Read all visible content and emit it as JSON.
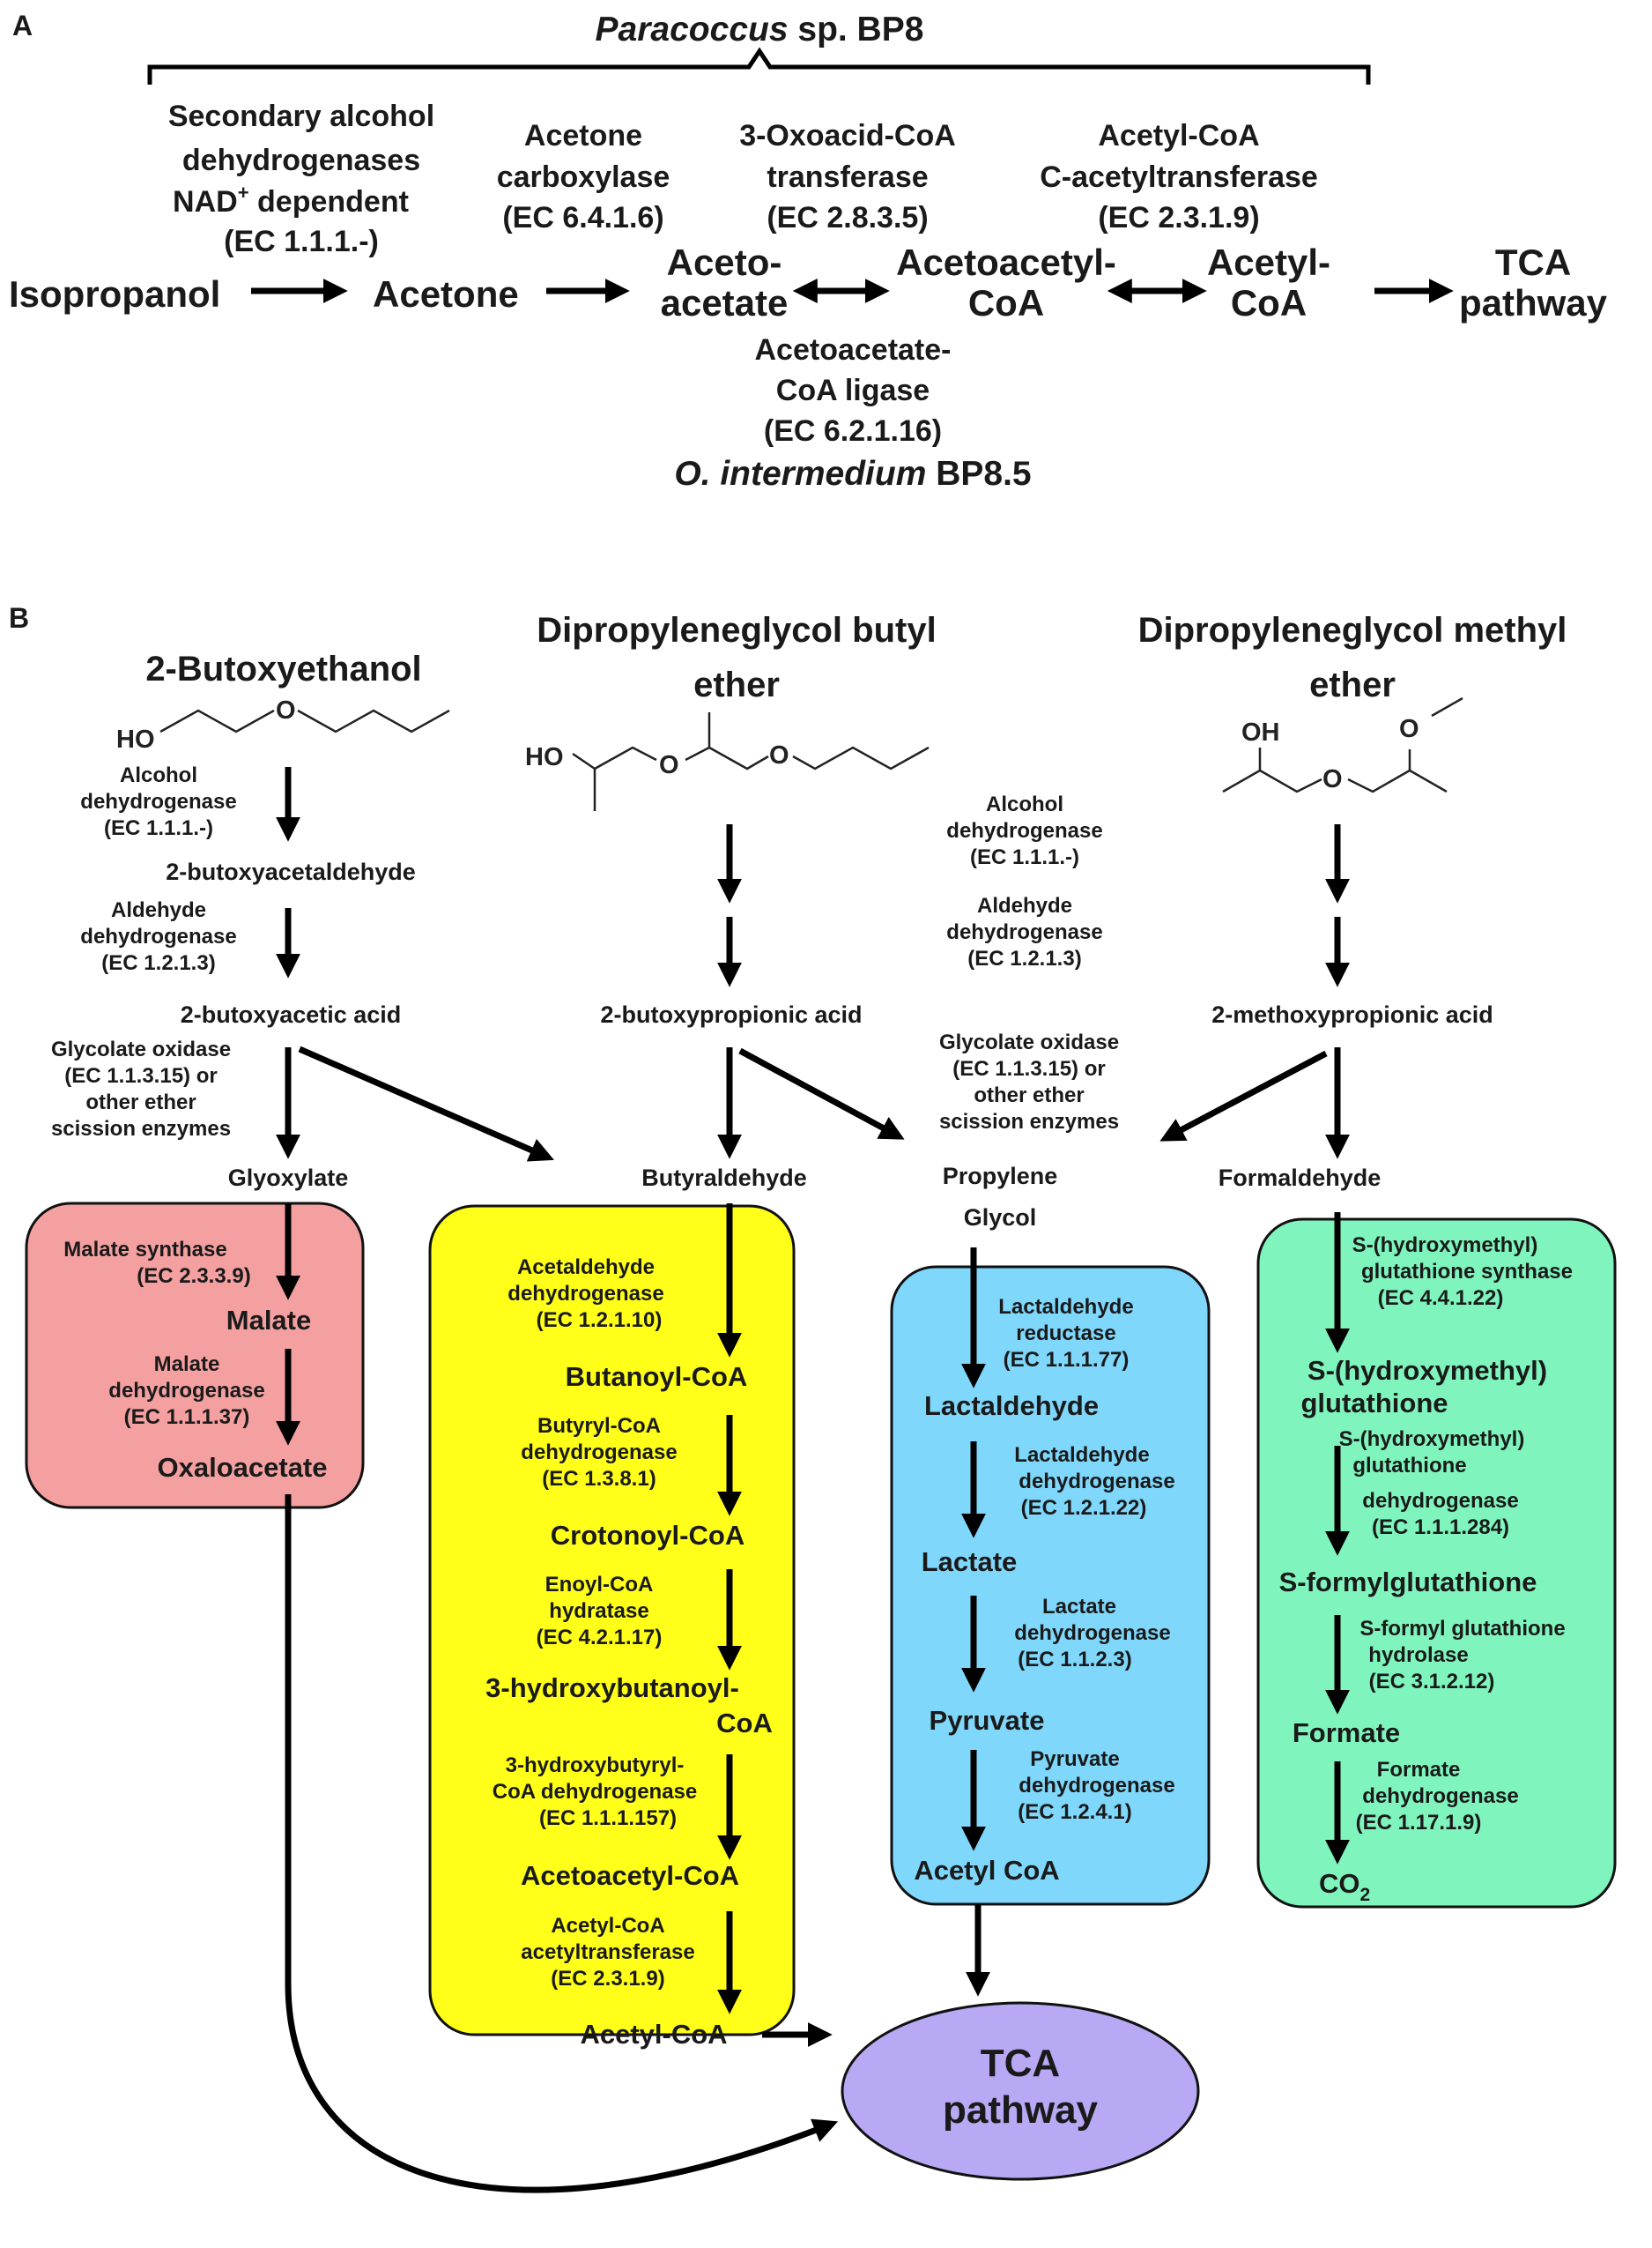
{
  "panel_a": {
    "label": "A",
    "organism_top": "Paracoccus",
    "organism_top_suffix": "sp. BP8",
    "organism_bottom": "O. intermedium",
    "organism_bottom_suffix": "BP8.5",
    "enzyme1": [
      "Secondary alcohol",
      "dehydrogenases",
      "NAD",
      "+",
      "dependent",
      "(EC 1.1.1.-)"
    ],
    "enzyme2": [
      "Acetone",
      "carboxylase",
      "(EC 6.4.1.6)"
    ],
    "enzyme3": [
      "3-Oxoacid-CoA",
      "transferase",
      "(EC 2.8.3.5)"
    ],
    "enzyme4": [
      "Acetyl-CoA",
      "C-acetyltransferase",
      "(EC 2.3.1.9)"
    ],
    "enzyme5": [
      "Acetoacetate-",
      "CoA ligase",
      "(EC 6.2.1.16)"
    ],
    "compounds": {
      "isopropanol": "Isopropanol",
      "acetone": "Acetone",
      "acetoacetate": [
        "Aceto-",
        "acetate"
      ],
      "acetoacetyl_coa": [
        "Acetoacetyl-",
        "CoA"
      ],
      "acetyl_coa": [
        "Acetyl-",
        "CoA"
      ],
      "tca": [
        "TCA",
        "pathway"
      ]
    }
  },
  "panel_b": {
    "label": "B",
    "col1": {
      "title": "2-Butoxyethanol",
      "mol_ho": "HO",
      "mol_o": "O",
      "enz1": [
        "Alcohol",
        "dehydrogenase",
        "(EC 1.1.1.-)"
      ],
      "cmp1": "2-butoxyacetaldehyde",
      "enz2": [
        "Aldehyde",
        "dehydrogenase",
        "(EC 1.2.1.3)"
      ],
      "cmp2": "2-butoxyacetic acid",
      "enz3": [
        "Glycolate oxidase",
        "(EC 1.1.3.15) or",
        "other ether",
        "scission enzymes"
      ],
      "cmp3": "Glyoxylate"
    },
    "col2": {
      "title": [
        "Dipropyleneglycol butyl",
        "ether"
      ],
      "mol_ho": "HO",
      "mol_o1": "O",
      "mol_o2": "O",
      "cmp1": "2-butoxypropionic acid",
      "cmp2": "Butyraldehyde"
    },
    "col3": {
      "enz1": [
        "Alcohol",
        "dehydrogenase",
        "(EC 1.1.1.-)"
      ],
      "enz2": [
        "Aldehyde",
        "dehydrogenase",
        "(EC 1.2.1.3)"
      ],
      "enz3": [
        "Glycolate oxidase",
        "(EC 1.1.3.15) or",
        "other ether",
        "scission enzymes"
      ],
      "cmp": [
        "Propylene",
        "Glycol"
      ]
    },
    "col4": {
      "title": [
        "Dipropyleneglycol methyl",
        "ether"
      ],
      "mol_oh": "OH",
      "mol_o1": "O",
      "mol_o2": "O",
      "cmp1": "2-methoxypropionic acid",
      "cmp2": "Formaldehyde"
    },
    "red_box": {
      "color": "#f4a0a0",
      "enz1": [
        "Malate synthase",
        "(EC 2.3.3.9)"
      ],
      "cmp1": "Malate",
      "enz2": [
        "Malate",
        "dehydrogenase",
        "(EC 1.1.1.37)"
      ],
      "cmp2": "Oxaloacetate"
    },
    "yellow_box": {
      "color": "#ffff1a",
      "enz1": [
        "Acetaldehyde",
        "dehydrogenase",
        "(EC 1.2.1.10)"
      ],
      "cmp1": "Butanoyl-CoA",
      "enz2": [
        "Butyryl-CoA",
        "dehydrogenase",
        "(EC 1.3.8.1)"
      ],
      "cmp2": "Crotonoyl-CoA",
      "enz3": [
        "Enoyl-CoA",
        "hydratase",
        "(EC 4.2.1.17)"
      ],
      "cmp3": [
        "3-hydroxybutanoyl-",
        "CoA"
      ],
      "enz4": [
        "3-hydroxybutyryl-",
        "CoA dehydrogenase",
        "(EC 1.1.1.157)"
      ],
      "cmp4": "Acetoacetyl-CoA",
      "enz5": [
        "Acetyl-CoA",
        "acetyltransferase",
        "(EC 2.3.1.9)"
      ],
      "cmp5": "Acetyl-CoA"
    },
    "blue_box": {
      "color": "#7fd7fb",
      "enz1": [
        "Lactaldehyde",
        "reductase",
        "(EC 1.1.1.77)"
      ],
      "cmp1": "Lactaldehyde",
      "enz2": [
        "Lactaldehyde",
        "dehydrogenase",
        "(EC 1.2.1.22)"
      ],
      "cmp2": "Lactate",
      "enz3": [
        "Lactate",
        "dehydrogenase",
        "(EC 1.1.2.3)"
      ],
      "cmp3": "Pyruvate",
      "enz4": [
        "Pyruvate",
        "dehydrogenase",
        "(EC 1.2.4.1)"
      ],
      "cmp4": "Acetyl CoA"
    },
    "green_box": {
      "color": "#7ff5bd",
      "enz1": [
        "S-(hydroxymethyl)",
        "glutathione synthase",
        "(EC 4.4.1.22)"
      ],
      "cmp1": [
        "S-(hydroxymethyl)",
        "glutathione"
      ],
      "enz2": [
        "S-(hydroxymethyl)",
        "glutathione",
        "dehydrogenase",
        "(EC 1.1.1.284)"
      ],
      "cmp2": "S-formylglutathione",
      "enz3": [
        "S-formyl glutathione",
        "hydrolase",
        "(EC 3.1.2.12)"
      ],
      "cmp3": "Formate",
      "enz4": [
        "Formate",
        "dehydrogenase",
        "(EC 1.17.1.9)"
      ],
      "cmp4": "CO",
      "cmp4_sub": "2"
    },
    "tca": {
      "color": "#b9a8f3",
      "lines": [
        "TCA",
        "pathway"
      ]
    }
  }
}
